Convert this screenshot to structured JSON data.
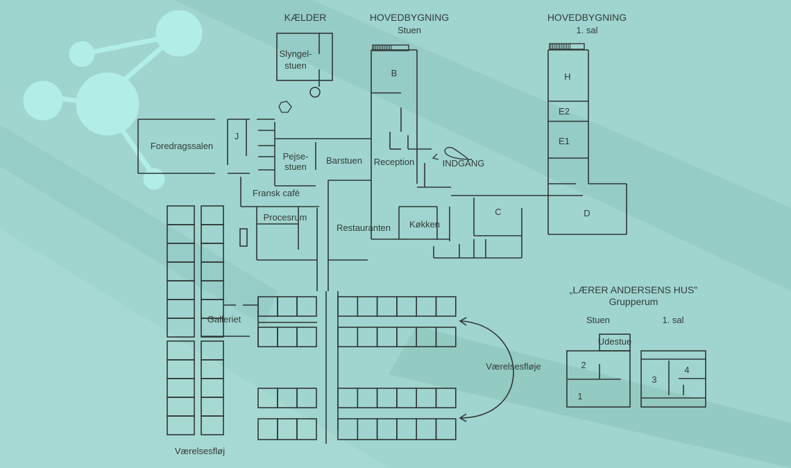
{
  "headings": {
    "kaelder": "KÆLDER",
    "hoved_stuen_1": "HOVEDBYGNING",
    "hoved_stuen_2": "Stuen",
    "hoved_sal_1": "HOVEDBYGNING",
    "hoved_sal_2": "1. sal",
    "laerer_1": "„LÆRER ANDERSENS HUS\"",
    "laerer_2": "Grupperum",
    "laerer_stuen": "Stuen",
    "laerer_sal": "1. sal"
  },
  "rooms": {
    "slyngel_1": "Slyngel-",
    "slyngel_2": "stuen",
    "b": "B",
    "foredragssalen": "Foredragssalen",
    "j": "J",
    "pejse_1": "Pejse-",
    "pejse_2": "stuen",
    "barstuen": "Barstuen",
    "reception": "Reception",
    "indgang": "INDGANG",
    "fransk_cafe": "Fransk café",
    "procesrum": "Procesrum",
    "restauranten": "Restauranten",
    "kokken": "Køkken",
    "c": "C",
    "h": "H",
    "e2": "E2",
    "e1": "E1",
    "d": "D",
    "galleriet": "Galleriet",
    "vaerelsesfloje": "Værelsesfløje",
    "vaerelsesfloj": "Værelsesfløj",
    "udestue": "Udestue",
    "r1": "1",
    "r2": "2",
    "r3": "3",
    "r4": "4"
  },
  "colors": {
    "background": "#9fd5ce",
    "logo": "#b3ede7",
    "walls": "#2f3535"
  }
}
